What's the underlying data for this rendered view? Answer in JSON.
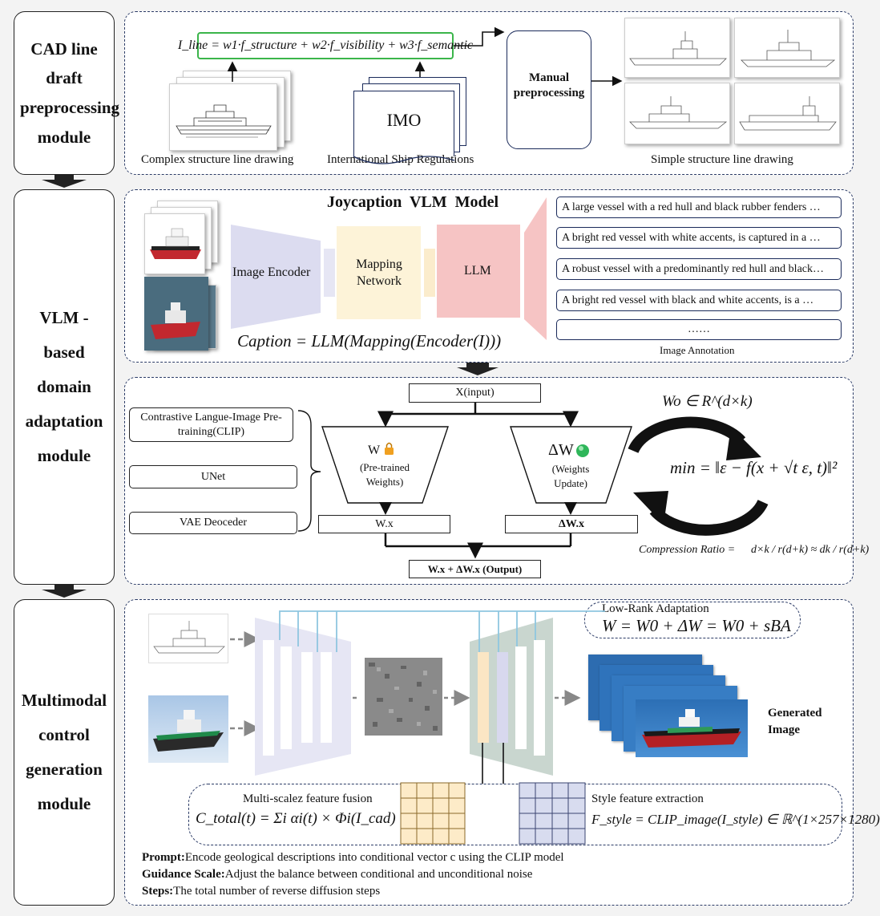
{
  "modules": {
    "cad": "CAD line draft preprocessing module",
    "vlm": "VLM -based domain adaptation module",
    "multimodal": "Multimodal control generation module"
  },
  "cad_section": {
    "formula": "I_line = w1·f_structure + w2·f_visibility + w3·f_semantic",
    "complex_label": "Complex structure line drawing",
    "imo_label": "IMO",
    "regulations_label": "International Ship Regulations",
    "manual_label": "Manual preprocessing",
    "simple_label": "Simple structure line drawing"
  },
  "vlm_section": {
    "title": "Joycaption  VLM  Model",
    "encoder": "Image Encoder",
    "mapping": "Mapping Network",
    "llm": "LLM",
    "caption_formula": "Caption = LLM(Mapping(Encoder(I)))",
    "captions": [
      "A large vessel with a red hull and black rubber fenders …",
      "A bright red vessel with white accents, is captured in a  …",
      "A robust vessel with a predominantly red hull and black…",
      "A bright red vessel with black and white accents, is a  …",
      "……"
    ],
    "annotation_label": "Image Annotation"
  },
  "lora_section": {
    "clip": "Contrastive Langue-Image Pre-training(CLIP)",
    "unet": "UNet",
    "vae": "VAE Deoceder",
    "input": "X(input)",
    "w_label": "W",
    "w_sub": "(Pre-trained Weights)",
    "dw_label": "ΔW",
    "dw_sub": "(Weights Update)",
    "wx": "W.x",
    "dwx": "ΔW.x",
    "output": "W.x + ΔW.x (Output)",
    "wo_formula": "Wo ∈ R^(d×k)",
    "loss_formula": "min = ‖ε − f(x + √t ε, t)‖²",
    "compression_label": "Compression Ratio =",
    "compression_formula": "d×k / r(d+k) ≈ dk / r(d+k)"
  },
  "mm_section": {
    "lora_title": "Low-Rank Adaptation",
    "lora_formula": "W = W0 + ΔW = W0 + sBA",
    "generated": "Generated Image",
    "fusion_title": "Multi-scalez feature fusion",
    "fusion_formula": "C_total(t) = Σi αi(t) × Φi(I_cad)",
    "style_title": "Style feature extraction",
    "style_formula": "F_style = CLIP_image(I_style) ∈ ℝ^(1×257×1280)",
    "prompt_key": "Prompt:",
    "prompt_text": "Encode geological descriptions into conditional vector c using the CLIP model",
    "guidance_key": "Guidance Scale:",
    "guidance_text": "Adjust the balance between conditional and unconditional noise",
    "steps_key": "Steps:",
    "steps_text": "The total number of reverse diffusion steps"
  }
}
